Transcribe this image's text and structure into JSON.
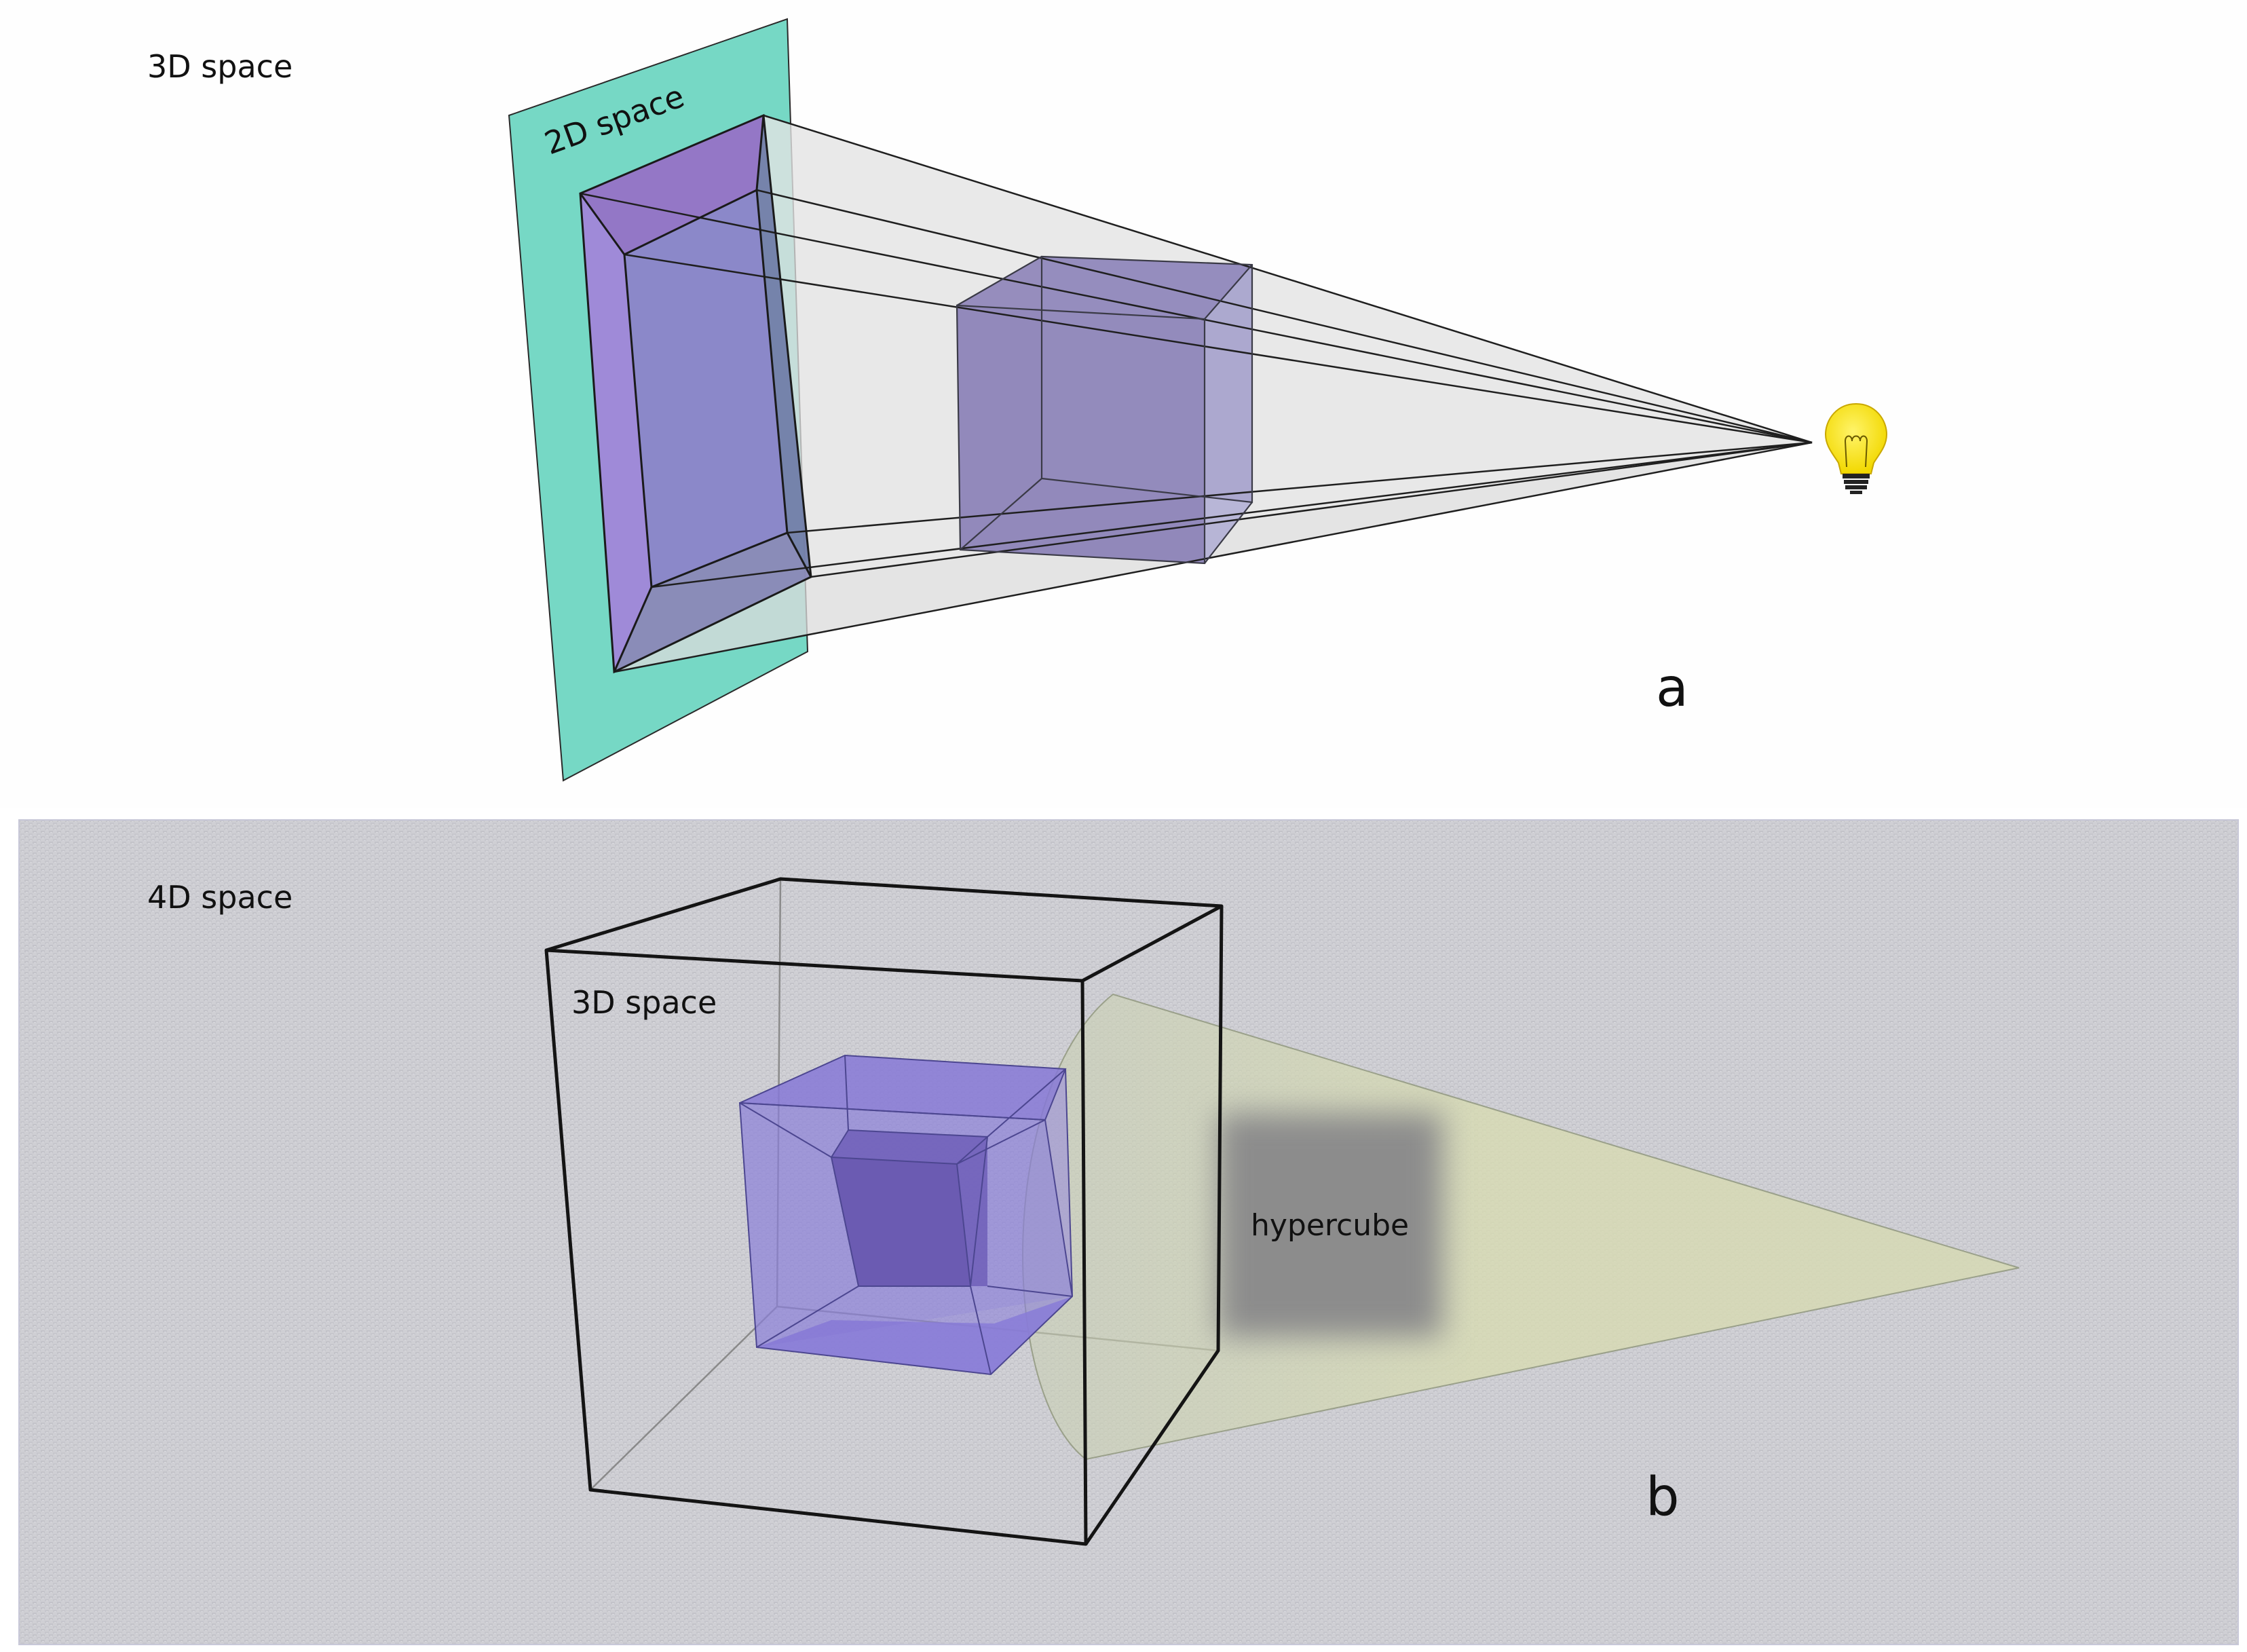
{
  "panel_a": {
    "space_label": "3D space",
    "plane_label": "2D space",
    "panel_letter": "a",
    "light_icon": "light-bulb-icon"
  },
  "panel_b": {
    "space_label": "4D space",
    "box_label": "3D space",
    "object_label": "hypercube",
    "panel_letter": "b",
    "texture": "woven-gray"
  },
  "colors": {
    "plane": "#6fd6c2",
    "cube_fill": "#7b72c6",
    "shadow_fill": "#9e8ee0",
    "light_cone": "#d9dcc0",
    "bulb": "#f4e21c",
    "background_b": "#cfcfd3"
  }
}
